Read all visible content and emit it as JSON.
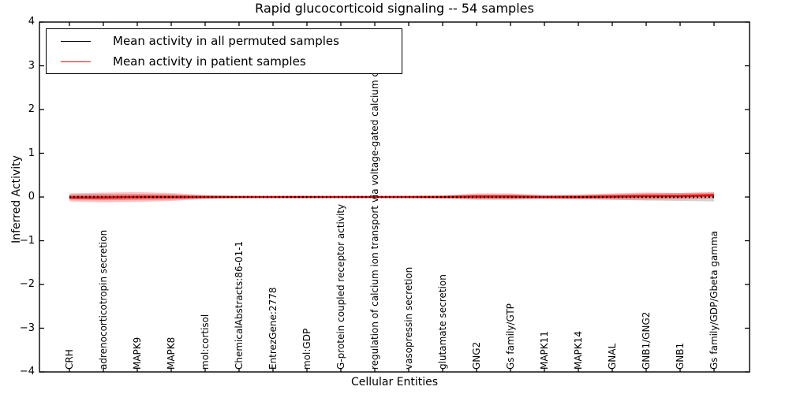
{
  "figure": {
    "title": "Rapid glucocorticoid signaling -- 54 samples",
    "xlabel": "Cellular Entities",
    "ylabel": "Inferred Activity"
  },
  "legend": {
    "entries": [
      {
        "label": "Mean activity in all permuted samples",
        "color": "#000000"
      },
      {
        "label": "Mean activity in patient samples",
        "color": "#ff0000"
      }
    ]
  },
  "colors": {
    "patient_line": "#ff0000",
    "permuted_line": "#000000",
    "patient_band": "rgba(255,0,0,0.25)",
    "permuted_band": "rgba(130,130,130,0.35)",
    "axis": "#000000"
  },
  "chart_data": {
    "type": "line",
    "title": "Rapid glucocorticoid signaling -- 54 samples",
    "xlabel": "Cellular Entities",
    "ylabel": "Inferred Activity",
    "ylim": [
      -4,
      4
    ],
    "yticks": [
      -4,
      -3,
      -2,
      -1,
      0,
      1,
      2,
      3,
      4
    ],
    "ytick_labels": [
      "−4",
      "−3",
      "−2",
      "−1",
      "0",
      "1",
      "2",
      "3",
      "4"
    ],
    "grid": false,
    "legend_position": "upper left",
    "categories": [
      "CRH",
      "adrenocorticotropin secretion",
      "MAPK9",
      "MAPK8",
      "mol:cortisol",
      "ChemicalAbstracts:86-01-1",
      "EntrezGene:2778",
      "mol:GDP",
      "G-protein coupled receptor activity",
      "regulation of calcium ion transport via voltage-gated calcium channels",
      "vasopressin secretion",
      "glutamate secretion",
      "GNG2",
      "Gs family/GTP",
      "MAPK11",
      "MAPK14",
      "GNAL",
      "GNB1/GNG2",
      "GNB1",
      "Gs family/GDP/Gbeta gamma"
    ],
    "series": [
      {
        "name": "Mean activity in all permuted samples",
        "color": "#000000",
        "line_style": "dashed",
        "values": [
          0,
          0,
          0,
          0,
          0,
          0,
          0,
          0,
          0,
          0,
          0,
          0,
          0,
          0,
          0,
          0,
          0,
          0,
          0,
          0
        ],
        "band": [
          0.06,
          0.07,
          0.07,
          0.06,
          0.035,
          0.022,
          0.018,
          0.018,
          0.018,
          0.018,
          0.022,
          0.027,
          0.055,
          0.055,
          0.036,
          0.045,
          0.063,
          0.081,
          0.09,
          0.1
        ]
      },
      {
        "name": "Mean activity in patient samples",
        "color": "#ff0000",
        "line_style": "solid",
        "values": [
          -0.01,
          -0.01,
          0,
          0,
          0,
          0,
          0,
          0,
          0,
          0,
          0,
          0,
          0.01,
          0.01,
          0,
          0,
          0.01,
          0.02,
          0.02,
          0.04
        ],
        "band": [
          0.09,
          0.11,
          0.11,
          0.09,
          0.045,
          0.027,
          0.022,
          0.022,
          0.022,
          0.022,
          0.027,
          0.036,
          0.072,
          0.072,
          0.045,
          0.054,
          0.072,
          0.081,
          0.072,
          0.072
        ]
      }
    ]
  }
}
